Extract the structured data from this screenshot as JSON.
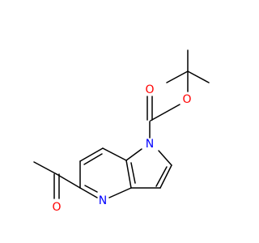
{
  "colors": {
    "carbon_bond": "#000000",
    "oxygen": "#ff0000",
    "nitrogen": "#0000ff",
    "background": "#ffffff"
  },
  "atoms": {
    "O_carbonyl_boc": {
      "label": "O",
      "element": "oxygen"
    },
    "O_ester": {
      "label": "O",
      "element": "oxygen"
    },
    "O_acetyl": {
      "label": "O",
      "element": "oxygen"
    },
    "N_pyrrole": {
      "label": "N",
      "element": "nitrogen"
    },
    "N_pyridine": {
      "label": "N",
      "element": "nitrogen"
    }
  }
}
